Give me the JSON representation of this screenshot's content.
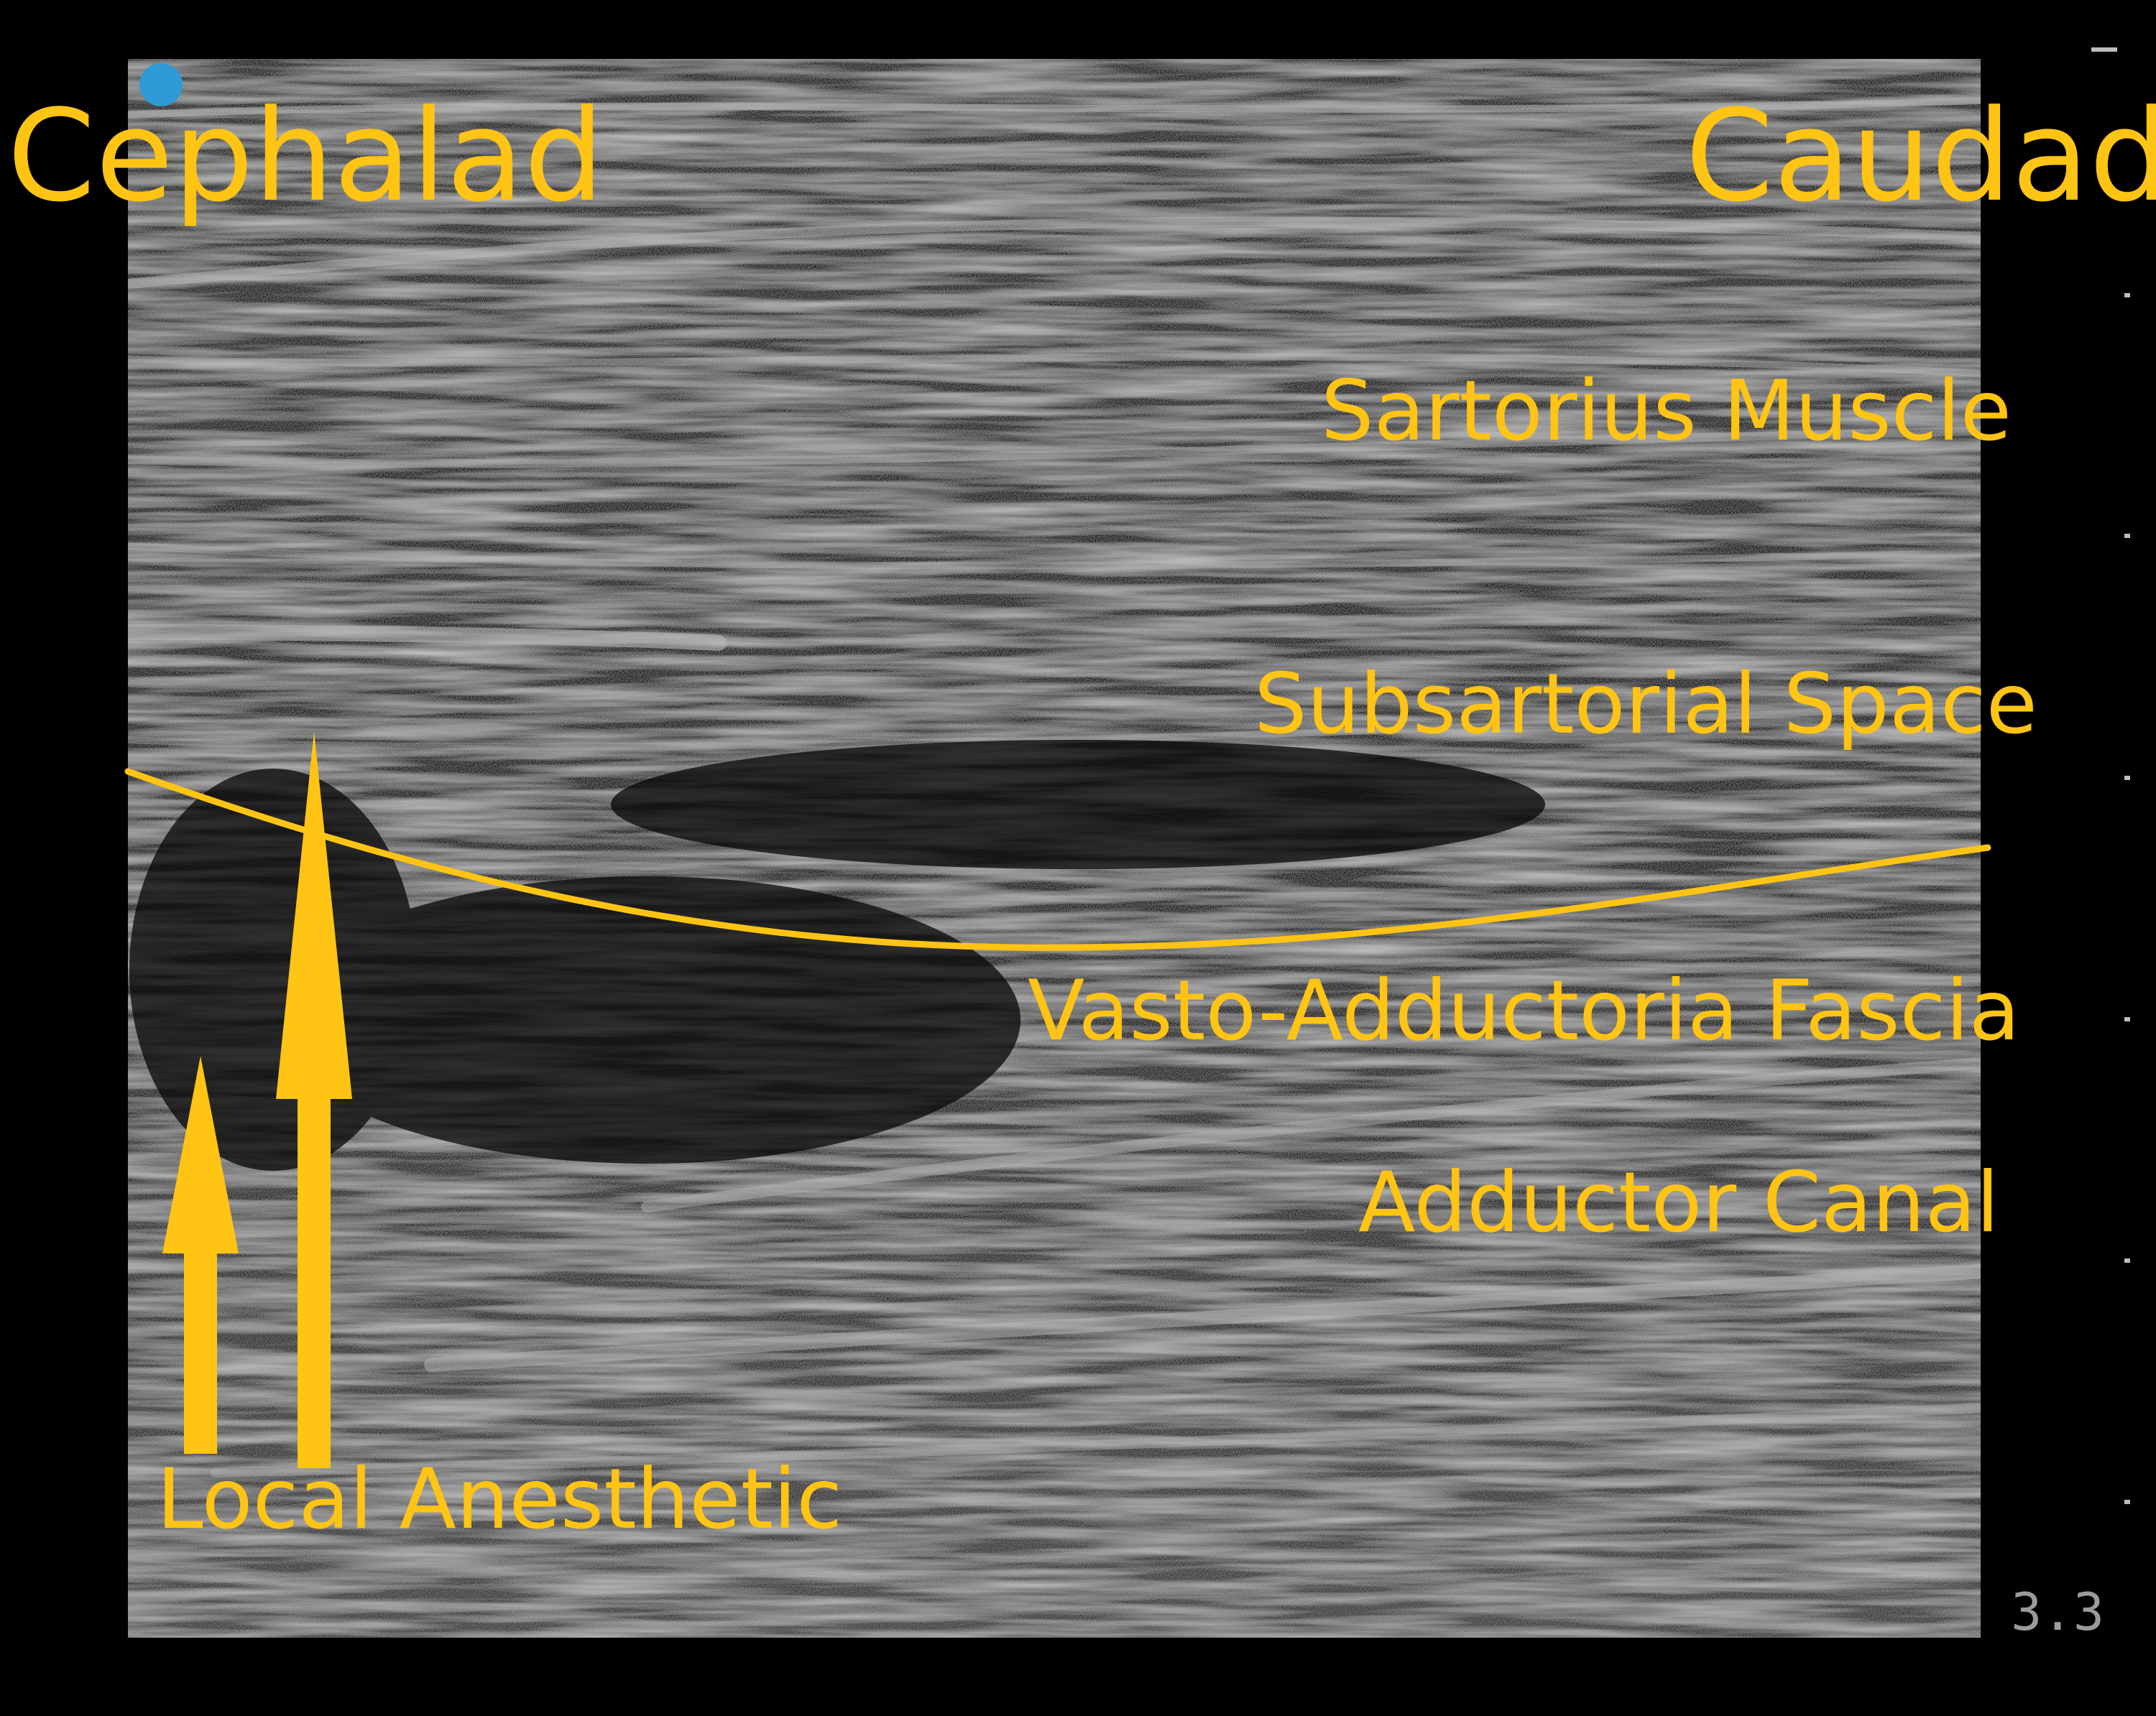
{
  "orientation": {
    "left_label": "Cephalad",
    "right_label": "Caudad"
  },
  "structures": {
    "sartorius": "Sartorius Muscle",
    "subsartorial": "Subsartorial Space",
    "fascia": "Vasto-Adductoria Fascia",
    "canal": "Adductor Canal"
  },
  "annotation": {
    "local_anesthetic": "Local Anesthetic"
  },
  "depth_readout": "3.3",
  "colors": {
    "annotation": "#FFC414",
    "orientation_marker": "#2E9BD6",
    "background": "#000000",
    "depth_text": "#9A9A9A"
  },
  "icons": {
    "orientation_marker": "orientation-dot-icon",
    "arrows": "up-arrow-icon"
  }
}
